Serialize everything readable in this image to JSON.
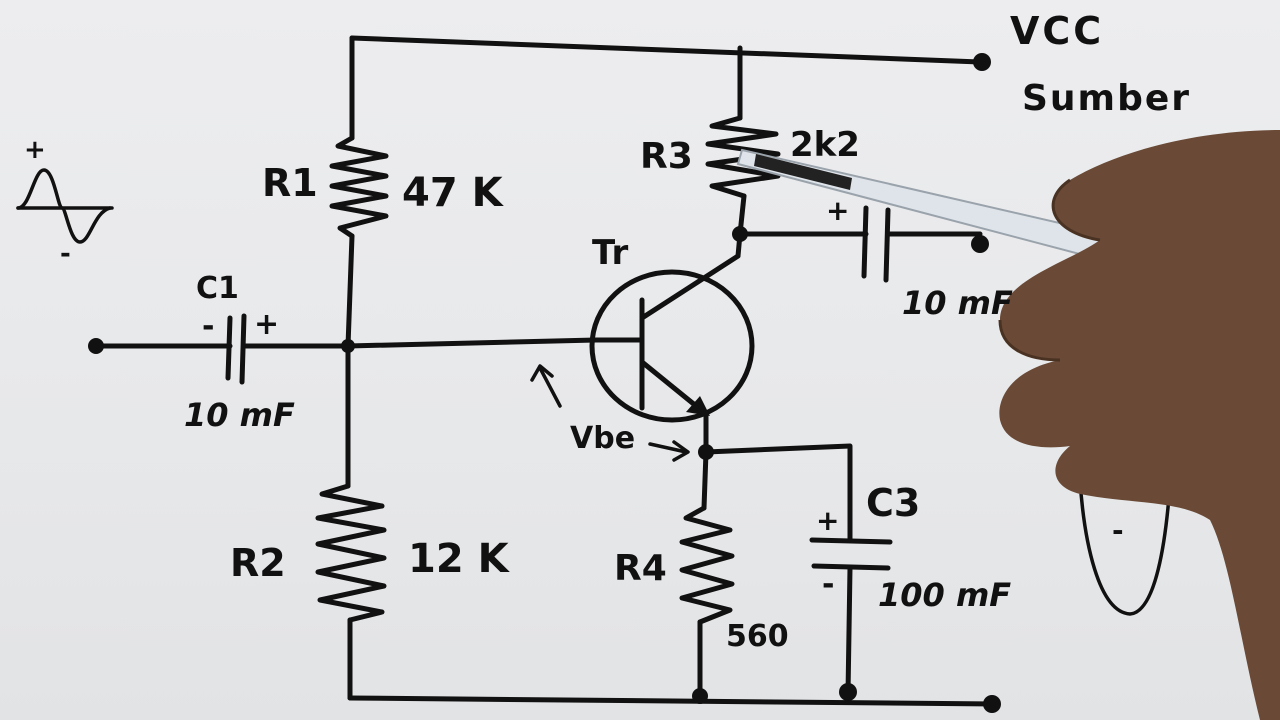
{
  "supply": {
    "line1": "VCC",
    "line2": "Sumber"
  },
  "input_signal": {
    "plus": "+",
    "minus": "-"
  },
  "components": {
    "r1": {
      "name": "R1",
      "value": "47 K"
    },
    "r2": {
      "name": "R2",
      "value": "12 K"
    },
    "r3": {
      "name": "R3",
      "value": "2k2"
    },
    "r4": {
      "name": "R4",
      "value": "560"
    },
    "c1": {
      "name": "C1",
      "minus": "-",
      "plus": "+",
      "value": "10 mF"
    },
    "c2": {
      "plus": "+",
      "value": "10 mF"
    },
    "c3": {
      "name": "C3",
      "plus": "+",
      "minus": "-",
      "value": "100 mF"
    },
    "transistor": {
      "name": "Tr"
    }
  },
  "annotations": {
    "vbe": "Vbe",
    "output_wave_minus": "-"
  }
}
